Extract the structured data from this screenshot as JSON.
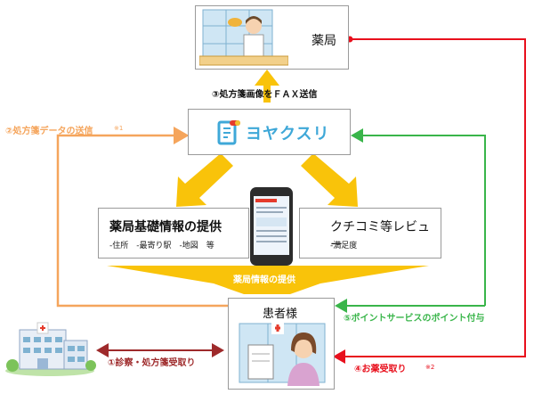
{
  "colors": {
    "orange": "#f5a55c",
    "red": "#e8101d",
    "green": "#39b54a",
    "darkred": "#9e2a2b",
    "yellow": "#f9c30a",
    "brand": "#3fa8d8"
  },
  "pharmacy": {
    "label": "薬局"
  },
  "fax_label": "③処方箋画像をＦＡＸ送信",
  "prescription_data": {
    "label": "②処方箋データの送信",
    "note": "※1"
  },
  "logo": {
    "text": "ヨヤクスリ"
  },
  "info_box": {
    "title": "薬局基礎情報の提供",
    "sub": "-住所　-最寄り駅　-地図　等"
  },
  "review_box": {
    "title": "クチコミ等レビュー",
    "sub": "-満足度"
  },
  "banner": {
    "label": "薬局情報の提供"
  },
  "patient": {
    "label": "患者様"
  },
  "step1": {
    "label": "①診察・処方箋受取り"
  },
  "step4": {
    "label": "④お薬受取り",
    "note": "※2"
  },
  "step5": {
    "label": "⑤ポイントサービスのポイント付与"
  }
}
